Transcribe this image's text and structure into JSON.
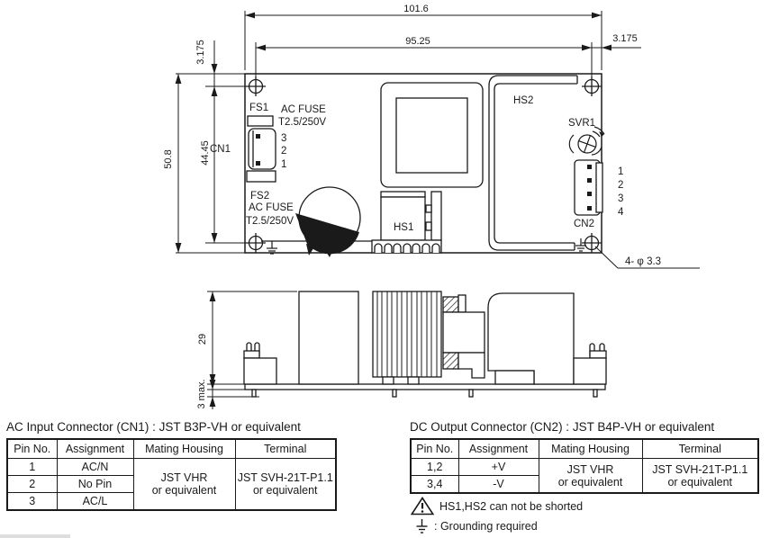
{
  "top_view": {
    "dim_width_total": "101.6",
    "dim_width_holes": "95.25",
    "dim_offset_left": "3.175",
    "dim_offset_right": "3.175",
    "dim_height_total": "50.8",
    "dim_height_holes": "44.45",
    "hole_callout": "4- φ 3.3",
    "fs1": "FS1",
    "fs1_line1": "AC FUSE",
    "fs1_line2": "T2.5/250V",
    "fs2": "FS2",
    "fs2_line1": "AC FUSE",
    "fs2_line2": "T2.5/250V",
    "cn1": "CN1",
    "cn1_pins": [
      "3",
      "2",
      "1"
    ],
    "cn2": "CN2",
    "cn2_pins": [
      "1",
      "2",
      "3",
      "4"
    ],
    "hs1": "HS1",
    "hs2": "HS2",
    "svr1": "SVR1"
  },
  "side_view": {
    "dim_component_height": "29",
    "dim_pin_length": "3 max."
  },
  "cn1_table": {
    "title": "AC Input Connector (CN1) : JST B3P-VH or equivalent",
    "headers": [
      "Pin No.",
      "Assignment",
      "Mating Housing",
      "Terminal"
    ],
    "rows": [
      {
        "pin": "1",
        "assignment": "AC/N"
      },
      {
        "pin": "2",
        "assignment": "No Pin"
      },
      {
        "pin": "3",
        "assignment": "AC/L"
      }
    ],
    "mating_housing": "JST VHR\nor equivalent",
    "terminal": "JST SVH-21T-P1.1\nor equivalent"
  },
  "cn2_table": {
    "title": "DC Output Connector (CN2) : JST B4P-VH or equivalent",
    "headers": [
      "Pin No.",
      "Assignment",
      "Mating Housing",
      "Terminal"
    ],
    "rows": [
      {
        "pin": "1,2",
        "assignment": "+V"
      },
      {
        "pin": "3,4",
        "assignment": "-V"
      }
    ],
    "mating_housing": "JST VHR\nor equivalent",
    "terminal": "JST SVH-21T-P1.1\nor equivalent"
  },
  "notes": {
    "warning": "HS1,HS2 can not be shorted",
    "grounding": ": Grounding required"
  },
  "colors": {
    "line": "#1a1a1a",
    "background": "#ffffff"
  }
}
